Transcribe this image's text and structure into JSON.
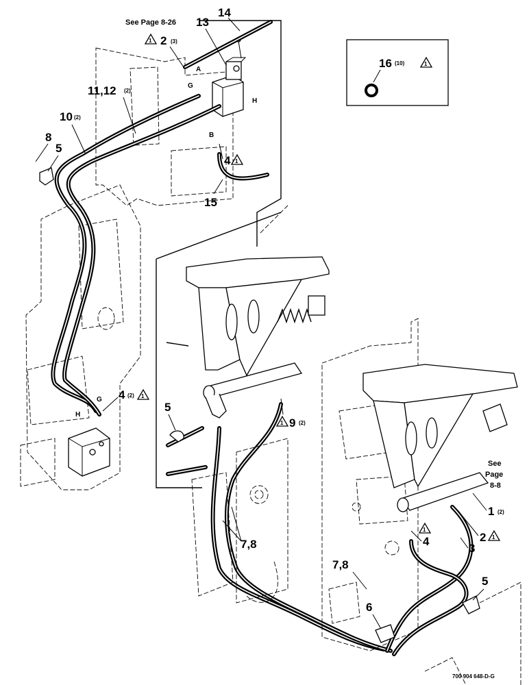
{
  "callouts": {
    "c14": "14",
    "c13": "13",
    "see_8_26": "See Page 8-26",
    "c2_top": "2",
    "c2_top_qty": "(3)",
    "c16": "16",
    "c16_qty": "(10)",
    "c11_12": "11,12",
    "c11_12_qty": "(2)",
    "c10": "10",
    "c10_qty": "(2)",
    "c8": "8",
    "c5_left": "5",
    "c4_top": "4",
    "c15": "15",
    "c4_mid": "4",
    "c4_mid_qty": "(2)",
    "c5_mid": "5",
    "c9": "9",
    "c9_qty": "(2)",
    "c7_8_left": "7,8",
    "c7_8_right": "7,8",
    "see_8_8_a": "See",
    "see_8_8_b": "Page",
    "see_8_8_c": "8-8",
    "c1": "1",
    "c1_qty": "(2)",
    "c2_right": "2",
    "c3": "3",
    "c4_right": "4",
    "c5_right": "5",
    "c6": "6"
  },
  "ports": {
    "A": "A",
    "G_top": "G",
    "H_top": "H",
    "B": "B",
    "H_low": "H",
    "G_low": "G"
  },
  "warning_symbol": "1",
  "part_number": "700 904 648-D-G"
}
